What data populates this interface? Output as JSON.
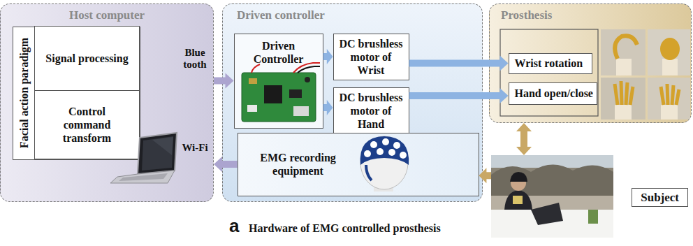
{
  "diagram": {
    "caption": "Hardware of EMG controlled prosthesis",
    "nodes": [
      {
        "text": [
          "Host computer"
        ]
      },
      {
        "text": [
          "Facial action paradigm"
        ],
        "in": 0
      },
      {
        "text": [
          "Signal processing"
        ],
        "in": 1
      },
      {
        "text": [
          "Control command transform"
        ],
        "in": 1
      },
      {
        "text": [
          "Driven controller"
        ]
      },
      {
        "text": [
          "Driven Controller"
        ],
        "in": 4
      },
      {
        "text": [
          "DC brushless motor of Wrist"
        ],
        "in": 4
      },
      {
        "text": [
          "DC brushless motor of Hand"
        ],
        "in": 4
      },
      {
        "text": [
          "EMG recording equipment"
        ],
        "in": 4
      },
      {
        "text": [
          "Prosthesis"
        ]
      },
      {
        "text": [
          "Wrist rotation"
        ],
        "in": 9
      },
      {
        "text": [
          "Hand open/close"
        ],
        "in": 9
      },
      {
        "text": [
          "Subject"
        ]
      }
    ],
    "edges": [
      {
        "from": 0,
        "to": 5,
        "arrow": "to",
        "label": "Blue tooth"
      },
      {
        "from": 8,
        "to": 0,
        "arrow": "to",
        "label": "Wi-Fi"
      },
      {
        "from": 5,
        "to": 6,
        "arrow": "to"
      },
      {
        "from": 5,
        "to": 7,
        "arrow": "to"
      },
      {
        "from": 6,
        "to": 10,
        "arrow": "to"
      },
      {
        "from": 7,
        "to": 11,
        "arrow": "to"
      },
      {
        "from": 12,
        "to": 8,
        "arrow": "to"
      },
      {
        "from": 9,
        "to": 12,
        "arrow": "both"
      }
    ],
    "labels": [
      "a"
    ]
  }
}
